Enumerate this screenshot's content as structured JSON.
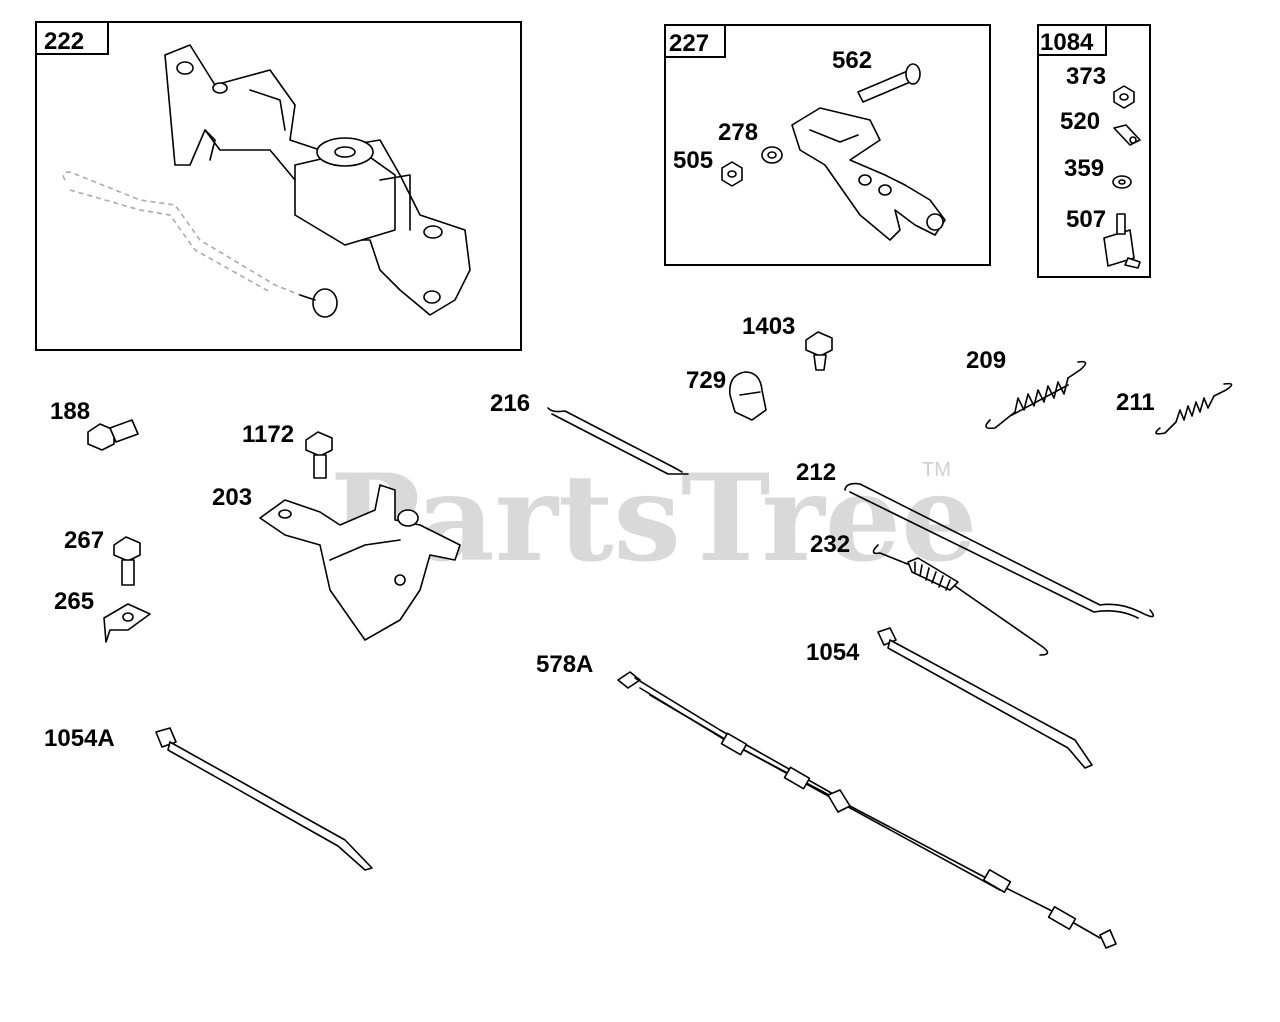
{
  "watermark": {
    "text": "PartsTree",
    "trademark": "TM"
  },
  "groups": [
    {
      "id": "222"
    },
    {
      "id": "227"
    },
    {
      "id": "1084"
    }
  ],
  "callouts": {
    "p562": "562",
    "p278": "278",
    "p505": "505",
    "p373": "373",
    "p520": "520",
    "p359": "359",
    "p507": "507",
    "p1403": "1403",
    "p729": "729",
    "p209": "209",
    "p211": "211",
    "p216": "216",
    "p212": "212",
    "p232": "232",
    "p1054": "1054",
    "p578A": "578A",
    "p188": "188",
    "p1172": "1172",
    "p203": "203",
    "p267": "267",
    "p265": "265",
    "p1054A": "1054A"
  }
}
